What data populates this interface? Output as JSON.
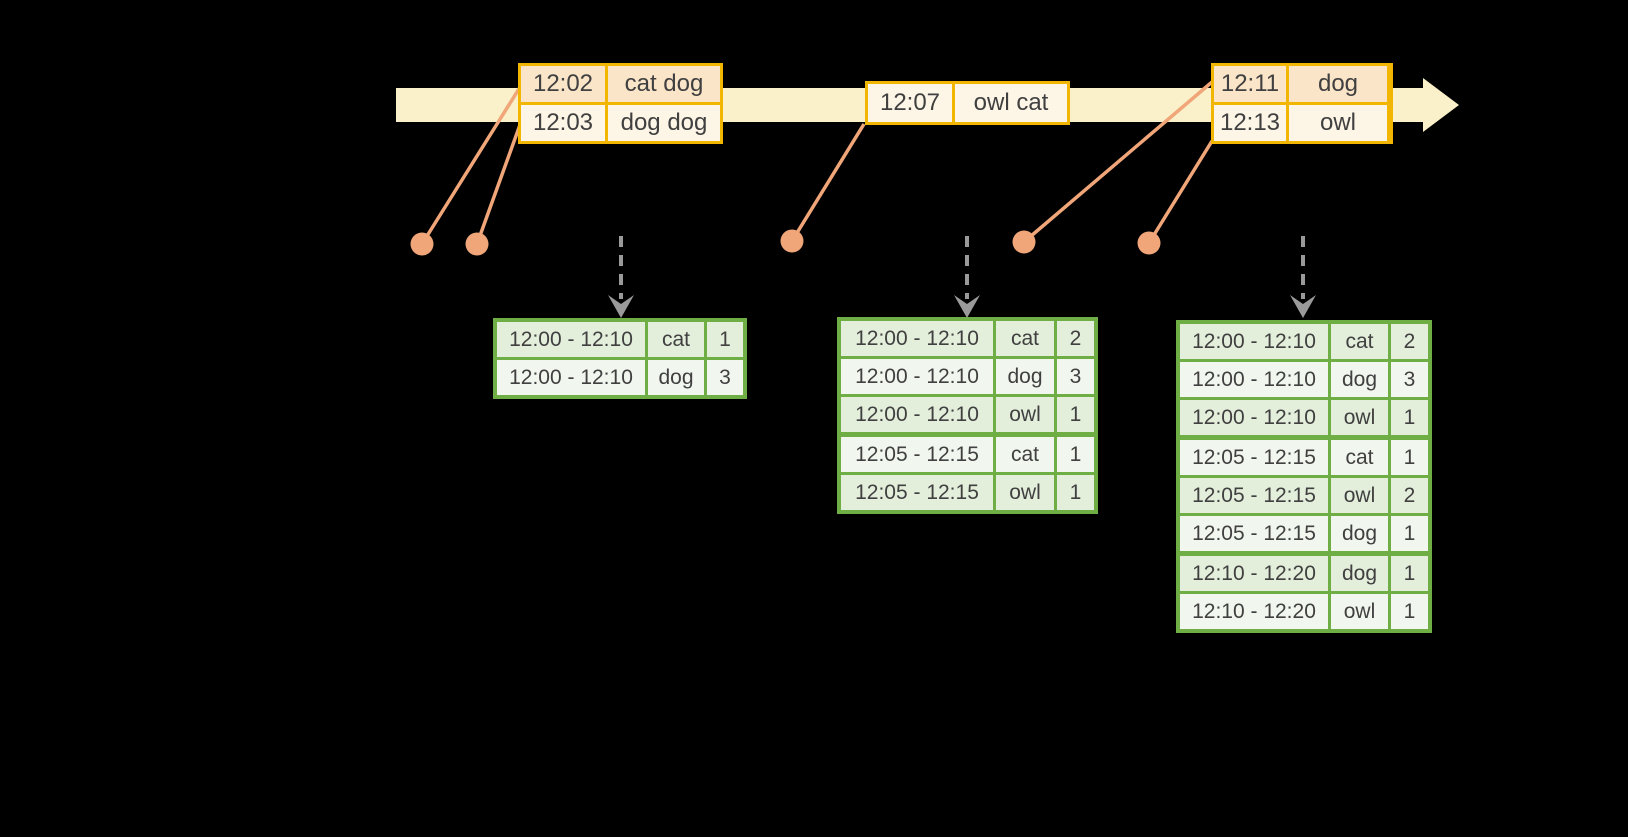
{
  "colors": {
    "background": "#000000",
    "timeline_fill": "#FAF0C9",
    "event_border": "#F2B600",
    "event_row_dark": "#FBE5C9",
    "event_row_light": "#FDF5E6",
    "connector_orange": "#F0A678",
    "result_border": "#6FAE45",
    "result_row_dark": "#E3EEDB",
    "result_row_light": "#F1F6EE",
    "trigger_arrow_gray": "#9A9A9A",
    "text": "#404040"
  },
  "timeline": {
    "event_batches": [
      {
        "rows": [
          {
            "time": "12:02",
            "words": "cat dog"
          },
          {
            "time": "12:03",
            "words": "dog dog"
          }
        ]
      },
      {
        "rows": [
          {
            "time": "12:07",
            "words": "owl cat"
          }
        ]
      },
      {
        "rows": [
          {
            "time": "12:11",
            "words": "dog"
          },
          {
            "time": "12:13",
            "words": "owl"
          }
        ]
      }
    ]
  },
  "result_tables": [
    {
      "rows": [
        {
          "window": "12:00 - 12:10",
          "word": "cat",
          "count": "1"
        },
        {
          "window": "12:00 - 12:10",
          "word": "dog",
          "count": "3"
        }
      ]
    },
    {
      "rows": [
        {
          "window": "12:00 - 12:10",
          "word": "cat",
          "count": "2"
        },
        {
          "window": "12:00 - 12:10",
          "word": "dog",
          "count": "3"
        },
        {
          "window": "12:00 - 12:10",
          "word": "owl",
          "count": "1"
        },
        {
          "window": "12:05 - 12:15",
          "word": "cat",
          "count": "1"
        },
        {
          "window": "12:05 - 12:15",
          "word": "owl",
          "count": "1"
        }
      ]
    },
    {
      "rows": [
        {
          "window": "12:00 - 12:10",
          "word": "cat",
          "count": "2"
        },
        {
          "window": "12:00 - 12:10",
          "word": "dog",
          "count": "3"
        },
        {
          "window": "12:00 - 12:10",
          "word": "owl",
          "count": "1"
        },
        {
          "window": "12:05 - 12:15",
          "word": "cat",
          "count": "1"
        },
        {
          "window": "12:05 - 12:15",
          "word": "owl",
          "count": "2"
        },
        {
          "window": "12:05 - 12:15",
          "word": "dog",
          "count": "1"
        },
        {
          "window": "12:10 - 12:20",
          "word": "dog",
          "count": "1"
        },
        {
          "window": "12:10 - 12:20",
          "word": "owl",
          "count": "1"
        }
      ]
    }
  ]
}
